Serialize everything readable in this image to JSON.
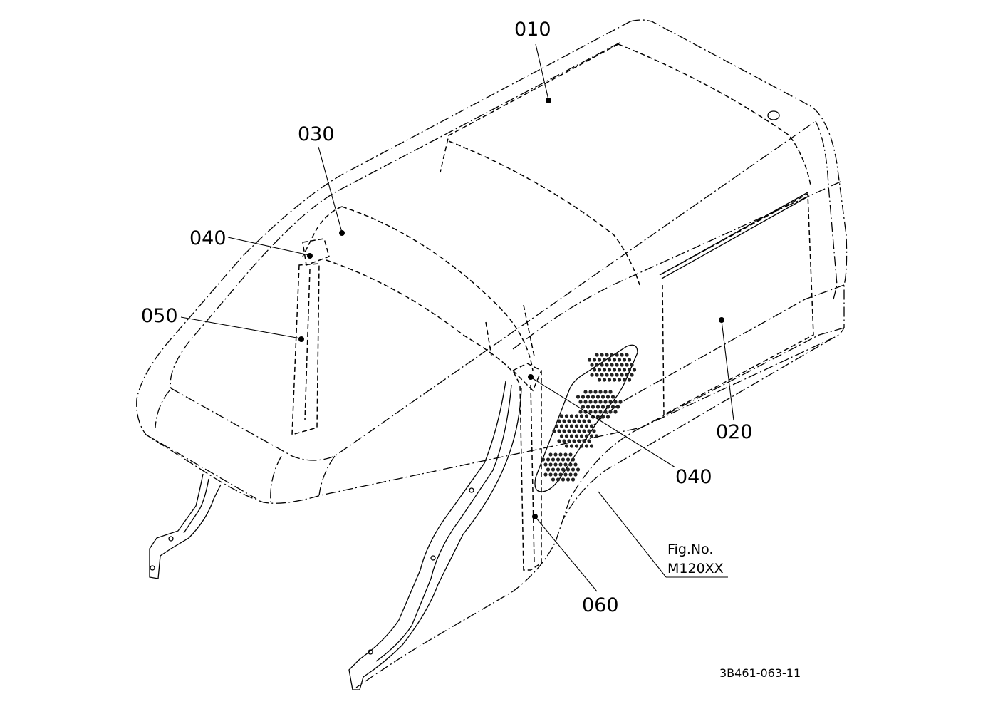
{
  "callouts": {
    "c010": "010",
    "c020": "020",
    "c030": "030",
    "c040a": "040",
    "c040b": "040",
    "c050": "050",
    "c060": "060"
  },
  "figure": {
    "label": "Fig.No.",
    "number": "M120XX"
  },
  "document_id": "3B461-063-11"
}
